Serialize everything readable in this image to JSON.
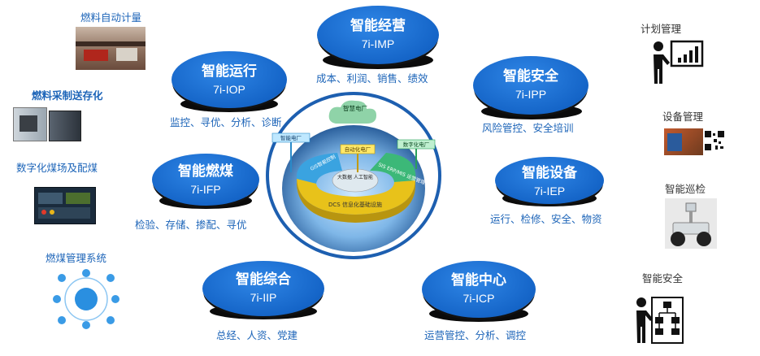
{
  "center": {
    "top_label": "智慧电厂",
    "left_label": "智能电厂",
    "mid_label": "自动化电厂",
    "right_label": "数字化电厂",
    "core_label": "大数据\n人工智能",
    "ring_left": "GIS智能控制",
    "ring_right": "SIS ERP/MIS 运营管理",
    "ring_bottom": "DCS 信息化基础设施"
  },
  "bubbles": [
    {
      "id": "imp",
      "title": "智能经营",
      "code": "7i-IMP",
      "desc": "成本、利润、销售、绩效"
    },
    {
      "id": "iop",
      "title": "智能运行",
      "code": "7i-IOP",
      "desc": "监控、寻优、分析、诊断"
    },
    {
      "id": "ipp",
      "title": "智能安全",
      "code": "7i-IPP",
      "desc": "风险管控、安全培训"
    },
    {
      "id": "ifp",
      "title": "智能燃煤",
      "code": "7i-IFP",
      "desc": "检验、存储、掺配、寻优"
    },
    {
      "id": "iep",
      "title": "智能设备",
      "code": "7i-IEP",
      "desc": "运行、检修、安全、物资"
    },
    {
      "id": "iip",
      "title": "智能综合",
      "code": "7i-IIP",
      "desc": "总经、人资、党建"
    },
    {
      "id": "icp",
      "title": "智能中心",
      "code": "7i-ICP",
      "desc": "运营管控、分析、调控"
    }
  ],
  "left_items": [
    {
      "label": "燃料自动计量"
    },
    {
      "label": "燃料采制送存化"
    },
    {
      "label": "数字化煤场及配煤"
    },
    {
      "label": "燃煤管理系统"
    }
  ],
  "right_items": [
    {
      "label": "计划管理"
    },
    {
      "label": "设备管理"
    },
    {
      "label": "智能巡检"
    },
    {
      "label": "智能安全"
    }
  ],
  "colors": {
    "bubble": "#1565c8",
    "text": "#1c64b8",
    "ring_blue": "#3aa3e0",
    "ring_green": "#3cb878",
    "ring_yellow": "#e8c21a"
  }
}
